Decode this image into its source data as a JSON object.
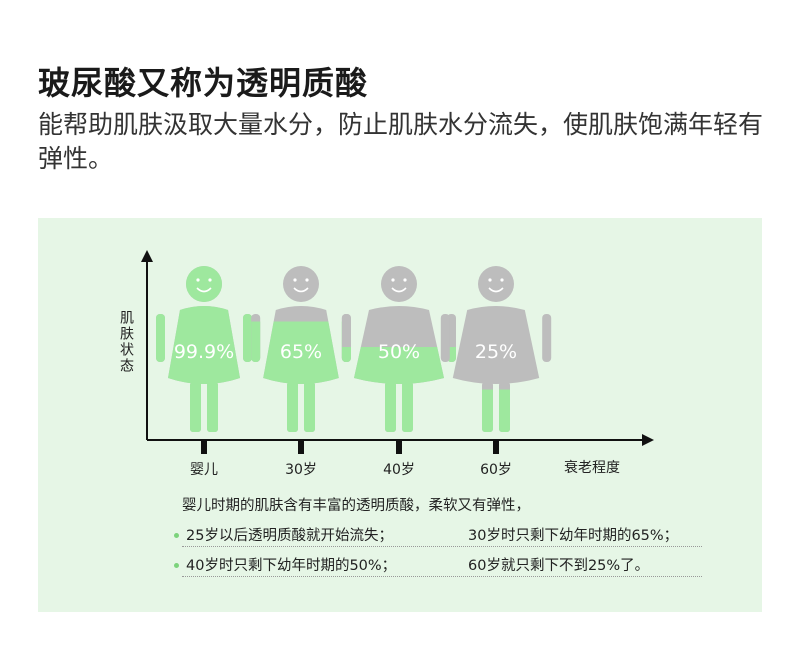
{
  "page": {
    "title": "玻尿酸又称为透明质酸",
    "intro": "能帮助肌肤汲取大量水分，防止肌肤水分流失，使肌肤饱满年轻有弹性。"
  },
  "colors": {
    "panel_bg": "#e6f6e6",
    "figure_green": "#9ee89e",
    "figure_gray": "#bdbdbd",
    "axis": "#111111",
    "bullet": "#7cd37c"
  },
  "chart_data": {
    "type": "bar",
    "ylabel": "肌肤状态",
    "xlabel": "衰老程度",
    "categories": [
      "婴儿",
      "30岁",
      "40岁",
      "60岁"
    ],
    "series": [
      {
        "values": [
          99.9,
          65,
          50,
          25
        ]
      }
    ],
    "value_labels": [
      "99.9%",
      "65%",
      "50%",
      "25%"
    ],
    "ylim": [
      0,
      100
    ],
    "grid": false
  },
  "notes": {
    "lead": "婴儿时期的肌肤含有丰富的透明质酸，柔软又有弹性，",
    "rows": [
      {
        "left": "25岁以后透明质酸就开始流失；",
        "right": "30岁时只剩下幼年时期的65%；"
      },
      {
        "left": "40岁时只剩下幼年时期的50%；",
        "right": "60岁就只剩下不到25%了。"
      }
    ]
  }
}
